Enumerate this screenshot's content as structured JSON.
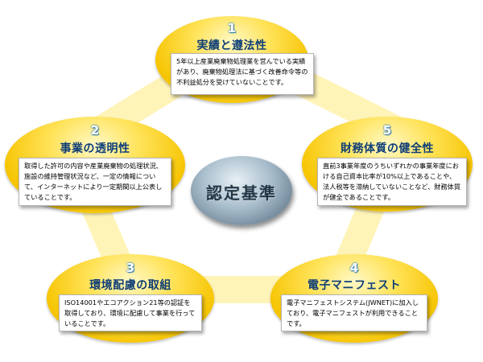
{
  "center_label": "認定基準",
  "criteria": [
    {
      "number": "1",
      "title": "実績と遵法性",
      "text": "5年以上産業廃棄物処理業を営んでいる実績があり、廃棄物処理法に基づく改善命令等の不利益処分を受けていないことです。"
    },
    {
      "number": "2",
      "title": "事業の透明性",
      "text": "取得した許可の内容や産業廃棄物の処理状況、施設の維持管理状況など、一定の情報について、インターネットにより一定期間以上公表していることです。"
    },
    {
      "number": "3",
      "title": "環境配慮の取組",
      "text": "ISO14001やエコアクション21等の認証を取得しており、環境に配慮して事業を行っていることです。"
    },
    {
      "number": "4",
      "title": "電子マニフェスト",
      "text": "電子マニフェストシステム(JWNET)に加入しており、電子マニフェストが利用できることです。"
    },
    {
      "number": "5",
      "title": "財務体質の健全性",
      "text": "直前3事業年度のうちいずれかの事業年度における自己資本比率が10%以上であることや、法人税等を滞納していないことなど、財務体質が健全であることです。"
    }
  ],
  "colors": {
    "ellipse": "#f6c400",
    "title": "#0e3e78",
    "pentagon": "#fff4b8",
    "center": "#8fa6b6"
  }
}
